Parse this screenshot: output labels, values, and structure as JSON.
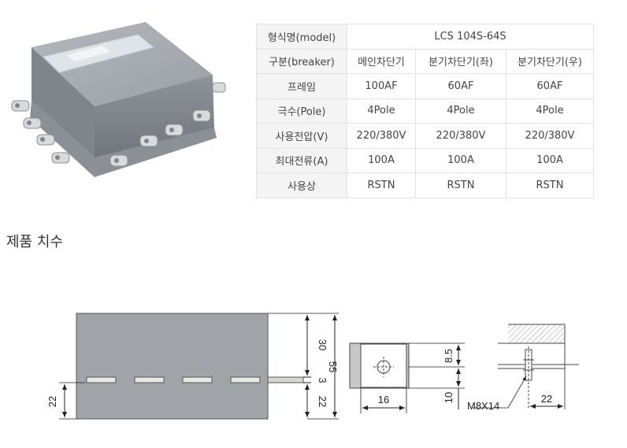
{
  "spec_table": {
    "rows": [
      {
        "label": "형식명(model)",
        "values": [
          "LCS 104S-64S"
        ]
      },
      {
        "label": "구분(breaker)",
        "values": [
          "메인차단기",
          "분기차단기(좌)",
          "분기차단기(우)"
        ]
      },
      {
        "label": "프레임",
        "values": [
          "100AF",
          "60AF",
          "60AF"
        ]
      },
      {
        "label": "극수(Pole)",
        "values": [
          "4Pole",
          "4Pole",
          "4Pole"
        ]
      },
      {
        "label": "사용전압(V)",
        "values": [
          "220/380V",
          "220/380V",
          "220/380V"
        ]
      },
      {
        "label": "최대전류(A)",
        "values": [
          "100A",
          "100A",
          "100A"
        ]
      },
      {
        "label": "사용상",
        "values": [
          "RSTN",
          "RSTN",
          "RSTN"
        ]
      }
    ]
  },
  "section": {
    "title": "제품 치수"
  },
  "drawing": {
    "dim_30": "30",
    "dim_3": "3",
    "dim_22_right": "22",
    "dim_55": "55",
    "dim_22_left": "22",
    "dim_16": "16",
    "dim_8_5": "8.5",
    "dim_10": "10",
    "bolt_label": "M8X14",
    "dim_22_side": "22"
  }
}
